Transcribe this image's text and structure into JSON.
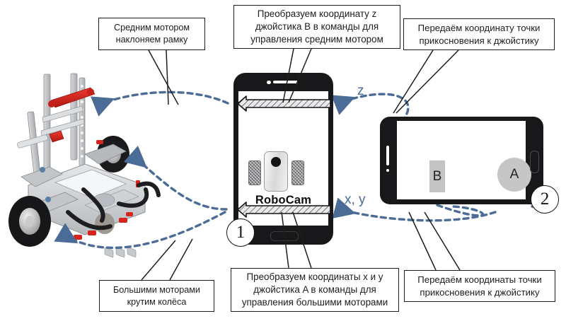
{
  "diagram": {
    "title": "RoboCam robot control scheme",
    "accent_blue": "#4a6c96",
    "line_black": "#1d1d1d"
  },
  "callouts": {
    "top_left": {
      "text": "Средним мотором\nнаклоняем рамку"
    },
    "top_mid": {
      "text": "Преобразуем координату z\nджойстика B в команды для\nуправления средним мотором"
    },
    "top_right": {
      "text": "Передаём координату точки\nприкосновения к джойстику"
    },
    "bottom_left": {
      "text": "Большими моторами\nкрутим колёса"
    },
    "bottom_mid": {
      "text": "Преобразуем координаты x и y\nджойстика A в команды для\nуправления большими моторами"
    },
    "bottom_right": {
      "text": "Передаём координаты точки\nприкосновения к джойстику"
    }
  },
  "axis_labels": {
    "z": "z",
    "xy": "x, y"
  },
  "steps": {
    "one": "1",
    "two": "2"
  },
  "phone": {
    "app_title": "RoboCam",
    "icons": {
      "camera": "front-camera-icon",
      "speaker": "earpiece-speaker-icon",
      "home": "home-button-icon",
      "robot_lens": "camera-lens-icon"
    }
  },
  "tablet": {
    "joystick_b_label": "B",
    "joystick_a_label": "A",
    "icons": {
      "speaker": "earpiece-speaker-icon",
      "camera": "front-camera-icon",
      "home": "home-button-icon"
    }
  },
  "robot": {
    "name": "lego-mindstorms-ev3-robot",
    "colors": {
      "tire": "#1b1b1e",
      "brick_gray": "#c9cbcd",
      "accent_red": "#d6251f",
      "dark_gray": "#8d9094"
    }
  }
}
